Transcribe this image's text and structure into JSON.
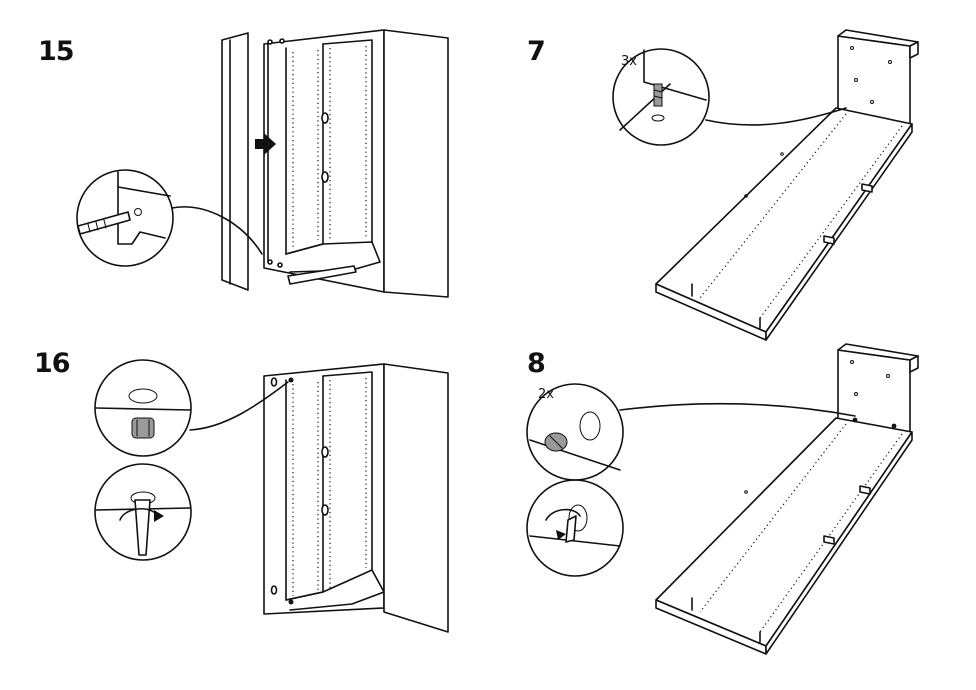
{
  "steps": [
    {
      "number": "15"
    },
    {
      "number": "7",
      "quantity": "3x"
    },
    {
      "number": "16"
    },
    {
      "number": "8",
      "quantity": "2x"
    }
  ]
}
